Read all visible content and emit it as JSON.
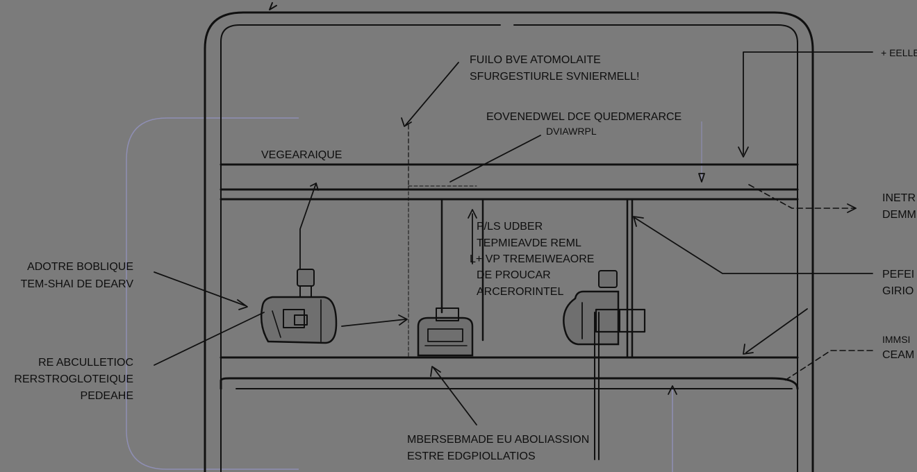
{
  "labels": {
    "title_line1": "FUILO BVE ATOMOLAITE",
    "title_line2": "SFURGESTIURLE SVNIERMELL!",
    "sub_line1": "EOVENEDWEL DCE QUEDMERARCE",
    "sub_line2": "DVIAWRPL",
    "left_top": "VEGEARAIQUE",
    "center_line1": "P/LS UDBER",
    "center_line2": "TEPMIEAVDE REML",
    "center_line3": "L+ VP TREMEIWEAORE",
    "center_line4": "DE PROUCAR",
    "center_line5": "ARCERORINTEL",
    "left_mid_line1": "ADOTRE BOBLIQUE",
    "left_mid_line2": "TEM-SHAI DE DEARV",
    "left_low_line1": "RE ABCULLETIOC",
    "left_low_line2": "RERSTROGLOTEIQUE",
    "left_low_line3": "PEDEAHE",
    "bottom_line1": "MBERSEBMADE EU ABOLIASSION",
    "bottom_line2": "ESTRE EDGPIOLLATIOS",
    "right_1": "+ EELLE",
    "right_2_line1": "INETR",
    "right_2_line2": "DEMM",
    "right_3_line1": "PEFEI",
    "right_3_line2": "GIRIO",
    "right_4_line1": "IMMSI",
    "right_4_line2": "CEAM"
  },
  "colors": {
    "background": "#7b7b7b",
    "ink": "#101010",
    "ghost_line": "#8f8fb4"
  }
}
